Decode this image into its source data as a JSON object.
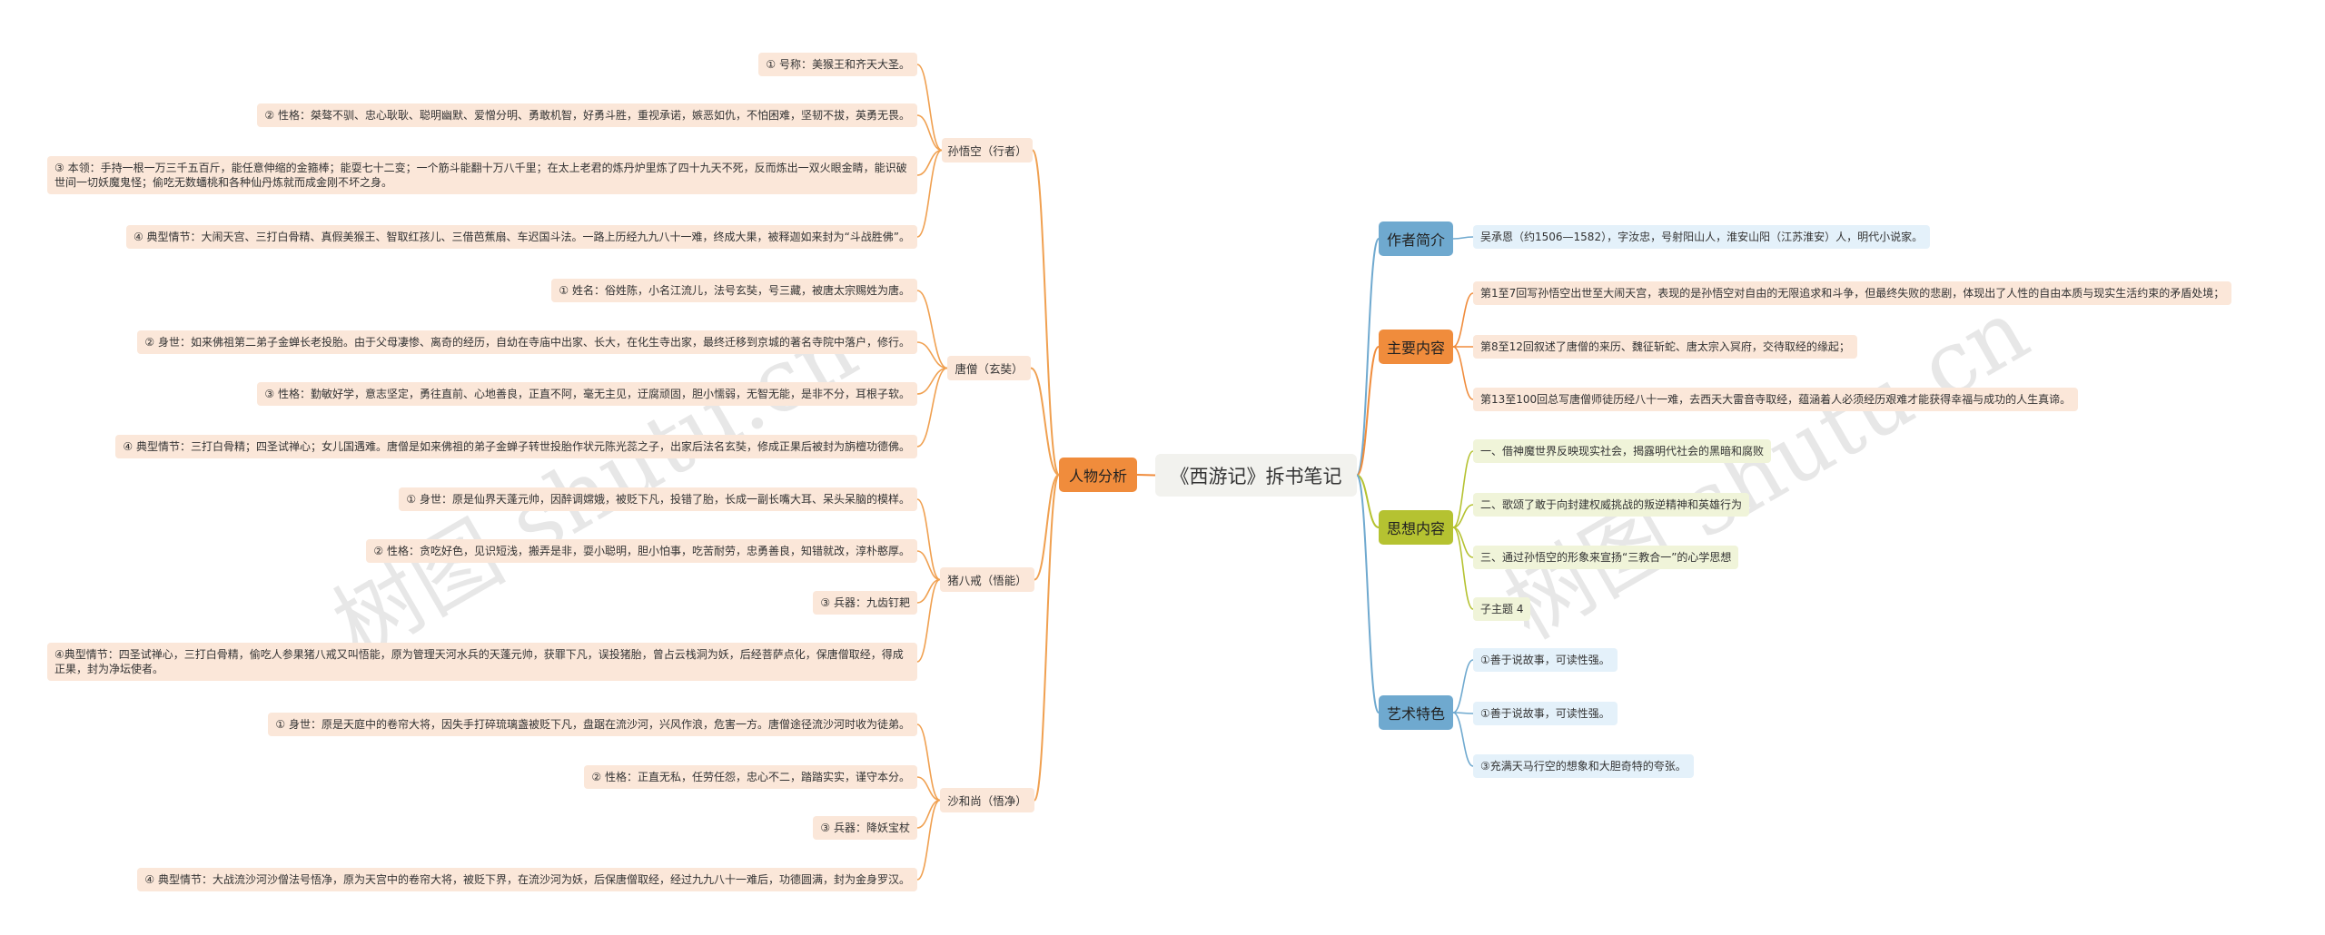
{
  "root": "《西游记》拆书笔记",
  "watermark": "树图 shutu.cn",
  "colors": {
    "orange": "#f08c3c",
    "blue": "#6fa9cf",
    "green": "#b5c231",
    "line_left": "#f0a050"
  },
  "left": {
    "branch": "人物分析",
    "characters": [
      {
        "name": "孙悟空（行者）",
        "items": [
          "① 号称：美猴王和齐天大圣。",
          "② 性格：桀骜不驯、忠心耿耿、聪明幽默、爱憎分明、勇敢机智，好勇斗胜，重视承诺，嫉恶如仇，不怕困难，坚韧不拔，英勇无畏。",
          "③ 本领：手持一根一万三千五百斤，能任意伸缩的金箍棒；能耍七十二变；一个筋斗能翻十万八千里；在太上老君的炼丹炉里炼了四十九天不死，反而炼出一双火眼金睛，能识破世间一切妖魔鬼怪；偷吃无数蟠桃和各种仙丹炼就而成金刚不坏之身。",
          "④ 典型情节：大闹天宫、三打白骨精、真假美猴王、智取红孩儿、三借芭蕉扇、车迟国斗法。一路上历经九九八十一难，终成大果，被释迦如来封为“斗战胜佛”。"
        ]
      },
      {
        "name": "唐僧（玄奘）",
        "items": [
          "① 姓名：俗姓陈，小名江流儿，法号玄奘，号三藏，被唐太宗赐姓为唐。",
          "② 身世：如来佛祖第二弟子金蝉长老投胎。由于父母凄惨、离奇的经历，自幼在寺庙中出家、长大，在化生寺出家，最终迁移到京城的著名寺院中落户，修行。",
          "③ 性格：勤敏好学，意志坚定，勇往直前、心地善良，正直不阿，毫无主见，迂腐顽固，胆小懦弱，无智无能，是非不分，耳根子软。",
          "④ 典型情节：三打白骨精；四圣试禅心；女儿国遇难。唐僧是如来佛祖的弟子金蝉子转世投胎作状元陈光蕊之子，出家后法名玄奘，修成正果后被封为旃檀功德佛。"
        ]
      },
      {
        "name": "猪八戒（悟能）",
        "items": [
          "① 身世：原是仙界天蓬元帅，因醉调嫦娥，被贬下凡，投错了胎，长成一副长嘴大耳、呆头呆脑的模样。",
          "② 性格：贪吃好色，见识短浅，搬弄是非，耍小聪明，胆小怕事，吃苦耐劳，忠勇善良，知错就改，淳朴憨厚。",
          "③ 兵器：九齿钉耙",
          "④典型情节：四圣试禅心，三打白骨精，偷吃人参果猪八戒又叫悟能，原为管理天河水兵的天蓬元帅，获罪下凡，误投猪胎，曾占云栈洞为妖，后经菩萨点化，保唐僧取经，得成正果，封为净坛使者。"
        ]
      },
      {
        "name": "沙和尚（悟净）",
        "items": [
          "① 身世：原是天庭中的卷帘大将，因失手打碎琉璃盏被贬下凡，盘踞在流沙河，兴风作浪，危害一方。唐僧途径流沙河时收为徒弟。",
          "② 性格：正直无私，任劳任怨，忠心不二，踏踏实实，谨守本分。",
          "③ 兵器：降妖宝杖",
          "④ 典型情节：大战流沙河沙僧法号悟净，原为天宫中的卷帘大将，被贬下界，在流沙河为妖，后保唐僧取经，经过九九八十一难后，功德圆满，封为金身罗汉。"
        ]
      }
    ]
  },
  "right": [
    {
      "name": "作者简介",
      "color": "blue",
      "items": [
        "吴承恩（约1506—1582），字汝忠，号射阳山人，淮安山阳（江苏淮安）人，明代小说家。"
      ]
    },
    {
      "name": "主要内容",
      "color": "orange",
      "items": [
        "第1至7回写孙悟空出世至大闹天宫，表现的是孙悟空对自由的无限追求和斗争，但最终失败的悲剧，体现出了人性的自由本质与现实生活约束的矛盾处境；",
        "第8至12回叙述了唐僧的来历、魏征斩蛇、唐太宗入冥府，交待取经的缘起；",
        "第13至100回总写唐僧师徒历经八十一难，去西天大雷音寺取经，蕴涵着人必须经历艰难才能获得幸福与成功的人生真谛。"
      ]
    },
    {
      "name": "思想内容",
      "color": "green",
      "items": [
        "一、借神魔世界反映现实社会，揭露明代社会的黑暗和腐败",
        "二、歌颂了敢于向封建权威挑战的叛逆精神和英雄行为",
        "三、通过孙悟空的形象来宣扬“三教合一”的心学思想",
        "子主题 4"
      ]
    },
    {
      "name": "艺术特色",
      "color": "blue",
      "items": [
        "①善于说故事，可读性强。",
        "①善于说故事，可读性强。",
        "③充满天马行空的想象和大胆奇特的夸张。"
      ]
    }
  ]
}
